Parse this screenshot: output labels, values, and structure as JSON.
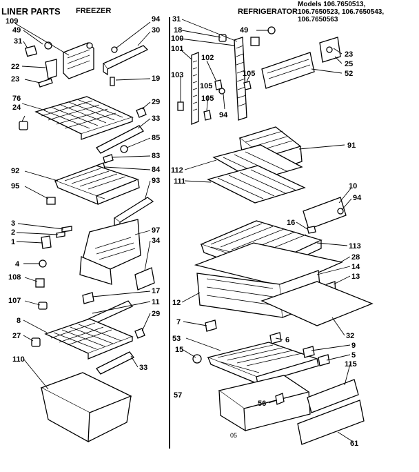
{
  "header": {
    "title": "LINER PARTS",
    "freezer_label": "FREEZER",
    "refrigerator_label": "REFRIGERATOR",
    "models_lines": [
      "Models 106.7650513,",
      "106.7650523, 106.7650543,",
      "106.7650563"
    ]
  },
  "footer_mark": "05",
  "parts": {
    "p109": "109",
    "p49a": "49",
    "p31a": "31",
    "p22": "22",
    "p23a": "23",
    "p76": "76",
    "p24": "24",
    "p94a": "94",
    "p30": "30",
    "p19": "19",
    "p29a": "29",
    "p33a": "33",
    "p85": "85",
    "p83": "83",
    "p84": "84",
    "p92": "92",
    "p95": "95",
    "p93": "93",
    "p3": "3",
    "p2": "2",
    "p1": "1",
    "p97": "97",
    "p34": "34",
    "p4": "4",
    "p108": "108",
    "p107": "107",
    "p17": "17",
    "p11": "11",
    "p8": "8",
    "p27": "27",
    "p29b": "29",
    "p110": "110",
    "p33b": "33",
    "p31b": "31",
    "p18": "18",
    "p100": "100",
    "p101": "101",
    "p103": "103",
    "p102": "102",
    "p105a": "105",
    "p94b": "94",
    "p105b": "105",
    "p49b": "49",
    "p23b": "23",
    "p25": "25",
    "p52": "52",
    "p105c": "105",
    "p91": "91",
    "p112": "112",
    "p111": "111",
    "p10": "10",
    "p94c": "94",
    "p16": "16",
    "p113": "113",
    "p28": "28",
    "p14": "14",
    "p13": "13",
    "p12": "12",
    "p7": "7",
    "p6": "6",
    "p32": "32",
    "p53": "53",
    "p9": "9",
    "p5": "5",
    "p15": "15",
    "p115": "115",
    "p57": "57",
    "p56": "56",
    "p61": "61"
  }
}
